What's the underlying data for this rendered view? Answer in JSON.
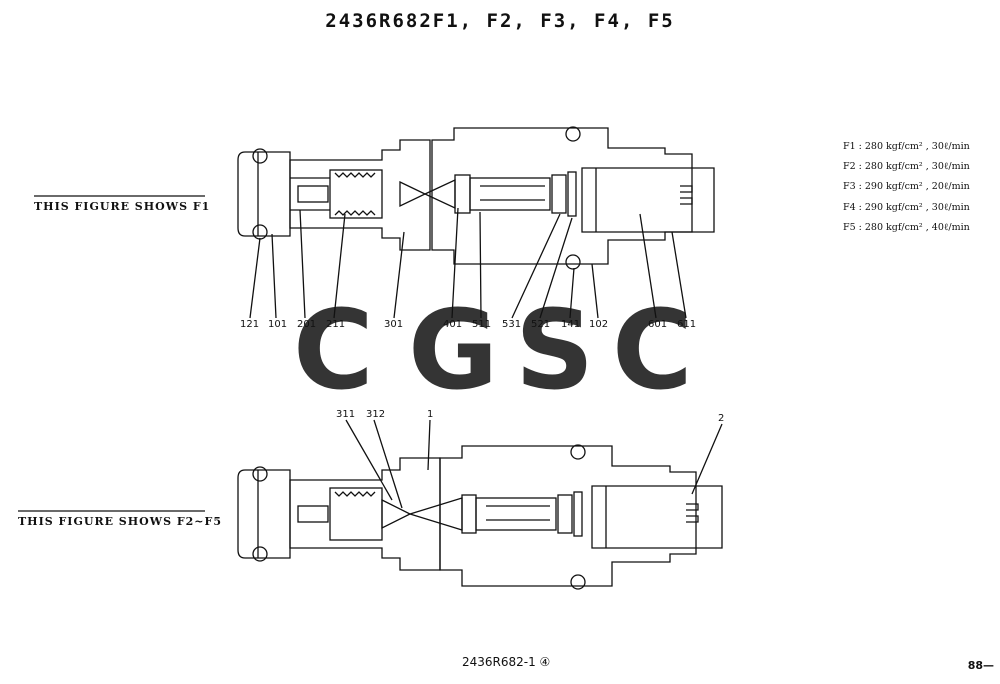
{
  "header": {
    "title": "2436R682F1, F2, F3, F4, F5"
  },
  "captions": {
    "f1": "THIS FIGURE SHOWS F1",
    "f2": "THIS FIGURE SHOWS F2~F5"
  },
  "specs": [
    "F1 : 280 kgf/cm² , 30ℓ/min",
    "F2 : 280 kgf/cm² , 30ℓ/min",
    "F3 : 290 kgf/cm² , 20ℓ/min",
    "F4 : 290 kgf/cm² , 30ℓ/min",
    "F5 : 280 kgf/cm² , 40ℓ/min"
  ],
  "part_labels_top": [
    "121",
    "101",
    "201",
    "211",
    "301",
    "401",
    "511",
    "531",
    "521",
    "141",
    "102",
    "601",
    "611"
  ],
  "part_labels_bottom": [
    "311",
    "312",
    "1",
    "2"
  ],
  "watermark": {
    "letters": [
      "C",
      "G",
      "S",
      "C"
    ],
    "colors": [
      "#5b8ff0",
      "#f08c86",
      "#f7d56a",
      "#52b488"
    ]
  },
  "footer": {
    "code": "2436R682-1 ④",
    "page": "88—"
  }
}
